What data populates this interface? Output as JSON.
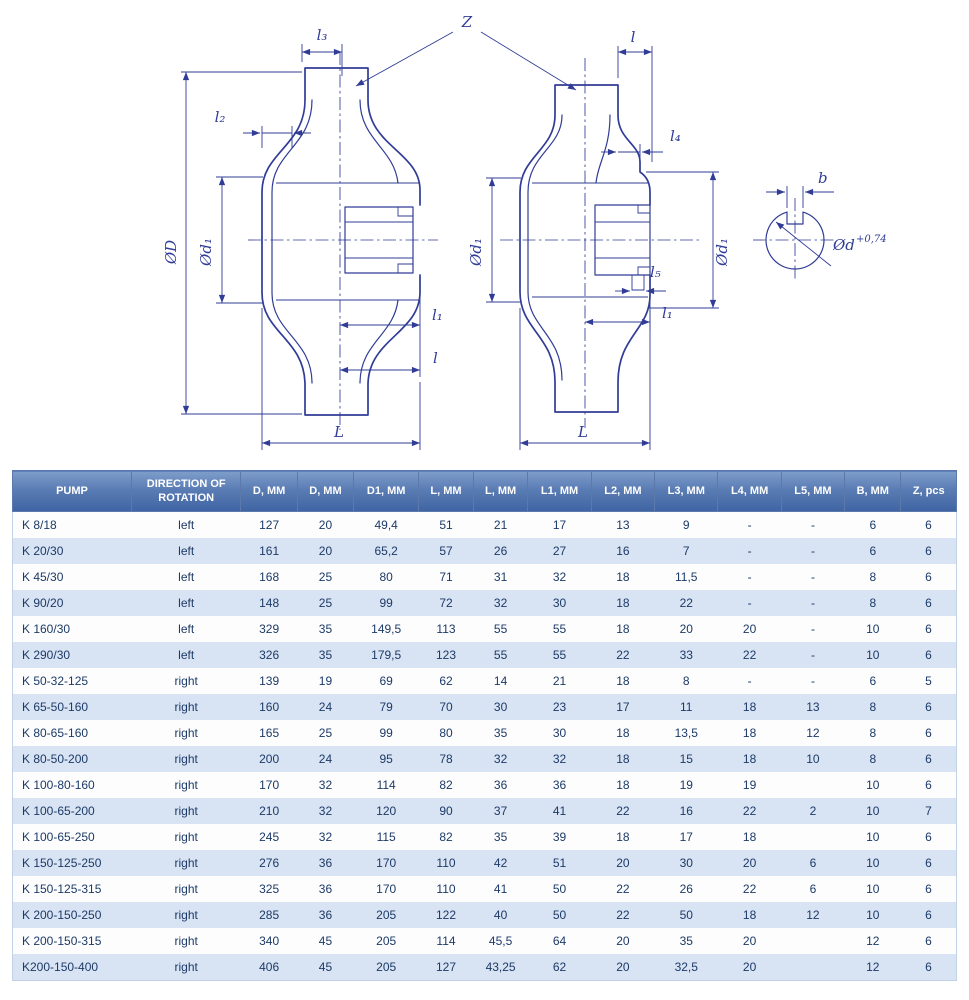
{
  "diagram": {
    "stroke_color": "#303c96",
    "labels": {
      "l3": "l₃",
      "z": "Z",
      "l_top": "l",
      "l2": "l₂",
      "l4": "l₄",
      "phi_D": "ØD",
      "phi_d1_a": "Ød₁",
      "phi_d1_b": "Ød₁",
      "phi_d1_c": "Ød₁",
      "l5": "l₅",
      "l1_a": "l₁",
      "l_a": "l",
      "l1_b": "l₁",
      "L_a": "L",
      "L_b": "L",
      "b": "b",
      "phi_d": "Ød",
      "tolerance": "+0,74"
    }
  },
  "table": {
    "headers": [
      "PUMP",
      "DIRECTION OF ROTATION",
      "D, MM",
      "D, MM",
      "D1, MM",
      "L, MM",
      "L, MM",
      "L1, MM",
      "L2, MM",
      "L3, MM",
      "L4, MM",
      "L5, MM",
      "B, MM",
      "Z, pcs"
    ],
    "rows": [
      [
        "K 8/18",
        "left",
        "127",
        "20",
        "49,4",
        "51",
        "21",
        "17",
        "13",
        "9",
        "-",
        "-",
        "6",
        "6"
      ],
      [
        "K 20/30",
        "left",
        "161",
        "20",
        "65,2",
        "57",
        "26",
        "27",
        "16",
        "7",
        "-",
        "-",
        "6",
        "6"
      ],
      [
        "K 45/30",
        "left",
        "168",
        "25",
        "80",
        "71",
        "31",
        "32",
        "18",
        "11,5",
        "-",
        "-",
        "8",
        "6"
      ],
      [
        "K 90/20",
        "left",
        "148",
        "25",
        "99",
        "72",
        "32",
        "30",
        "18",
        "22",
        "-",
        "-",
        "8",
        "6"
      ],
      [
        "K 160/30",
        "left",
        "329",
        "35",
        "149,5",
        "113",
        "55",
        "55",
        "18",
        "20",
        "20",
        "-",
        "10",
        "6"
      ],
      [
        "K 290/30",
        "left",
        "326",
        "35",
        "179,5",
        "123",
        "55",
        "55",
        "22",
        "33",
        "22",
        "-",
        "10",
        "6"
      ],
      [
        "K 50-32-125",
        "right",
        "139",
        "19",
        "69",
        "62",
        "14",
        "21",
        "18",
        "8",
        "-",
        "-",
        "6",
        "5"
      ],
      [
        "K 65-50-160",
        "right",
        "160",
        "24",
        "79",
        "70",
        "30",
        "23",
        "17",
        "11",
        "18",
        "13",
        "8",
        "6"
      ],
      [
        "K 80-65-160",
        "right",
        "165",
        "25",
        "99",
        "80",
        "35",
        "30",
        "18",
        "13,5",
        "18",
        "12",
        "8",
        "6"
      ],
      [
        "K 80-50-200",
        "right",
        "200",
        "24",
        "95",
        "78",
        "32",
        "32",
        "18",
        "15",
        "18",
        "10",
        "8",
        "6"
      ],
      [
        "K 100-80-160",
        "right",
        "170",
        "32",
        "114",
        "82",
        "36",
        "36",
        "18",
        "19",
        "19",
        "",
        "10",
        "6"
      ],
      [
        "K 100-65-200",
        "right",
        "210",
        "32",
        "120",
        "90",
        "37",
        "41",
        "22",
        "16",
        "22",
        "2",
        "10",
        "7"
      ],
      [
        "K 100-65-250",
        "right",
        "245",
        "32",
        "115",
        "82",
        "35",
        "39",
        "18",
        "17",
        "18",
        "",
        "10",
        "6"
      ],
      [
        "K 150-125-250",
        "right",
        "276",
        "36",
        "170",
        "110",
        "42",
        "51",
        "20",
        "30",
        "20",
        "6",
        "10",
        "6"
      ],
      [
        "K 150-125-315",
        "right",
        "325",
        "36",
        "170",
        "110",
        "41",
        "50",
        "22",
        "26",
        "22",
        "6",
        "10",
        "6"
      ],
      [
        "K 200-150-250",
        "right",
        "285",
        "36",
        "205",
        "122",
        "40",
        "50",
        "22",
        "50",
        "18",
        "12",
        "10",
        "6"
      ],
      [
        "K 200-150-315",
        "right",
        "340",
        "45",
        "205",
        "114",
        "45,5",
        "64",
        "20",
        "35",
        "20",
        "",
        "12",
        "6"
      ],
      [
        "K200-150-400",
        "right",
        "406",
        "45",
        "205",
        "127",
        "43,25",
        "62",
        "20",
        "32,5",
        "20",
        "",
        "12",
        "6"
      ]
    ]
  }
}
